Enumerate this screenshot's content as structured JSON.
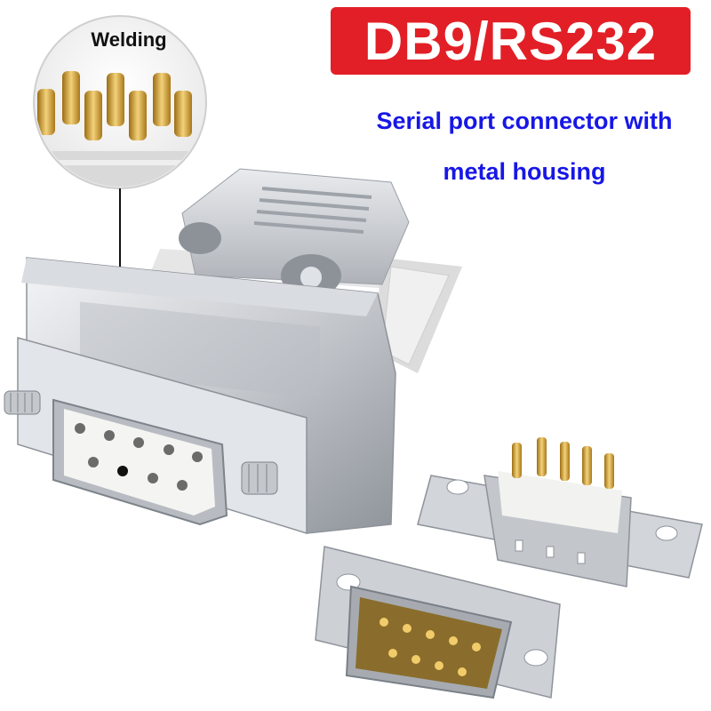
{
  "title": "DB9/RS232",
  "subtitle_line1": "Serial port connector with",
  "subtitle_line2": "metal housing",
  "callout_label": "Welding",
  "colors": {
    "badge_red": "#e21f26",
    "subtitle_blue": "#1717e6",
    "pin_gold": "#d4a73a",
    "metal": "#c9ccd1"
  }
}
